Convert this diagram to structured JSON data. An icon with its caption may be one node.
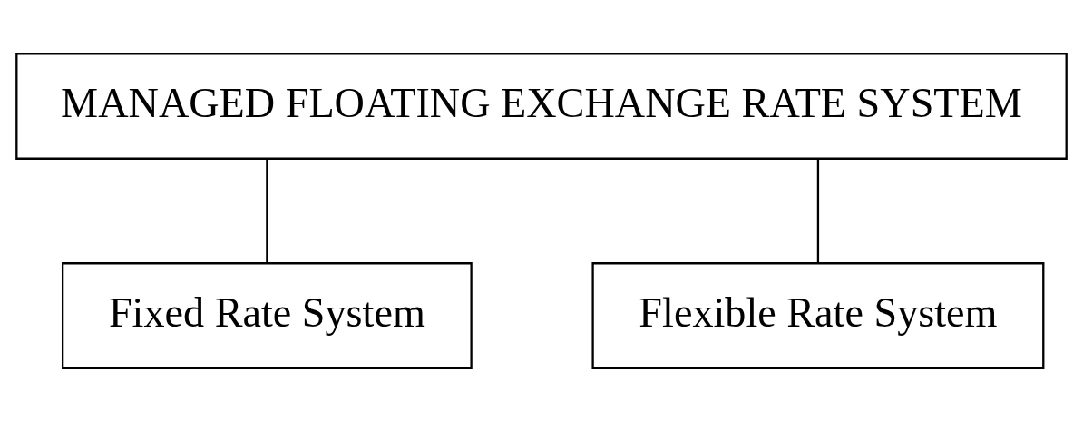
{
  "diagram": {
    "nodes": [
      {
        "text": [
          "MANAGED FLOATING EXCHANGE RATE SYSTEM"
        ]
      },
      {
        "text": [
          "Fixed Rate System"
        ]
      },
      {
        "text": [
          "Flexible Rate System"
        ]
      }
    ],
    "edges": [
      {
        "from": 0,
        "to": 1,
        "arrow": "none"
      },
      {
        "from": 0,
        "to": 2,
        "arrow": "none"
      }
    ]
  }
}
